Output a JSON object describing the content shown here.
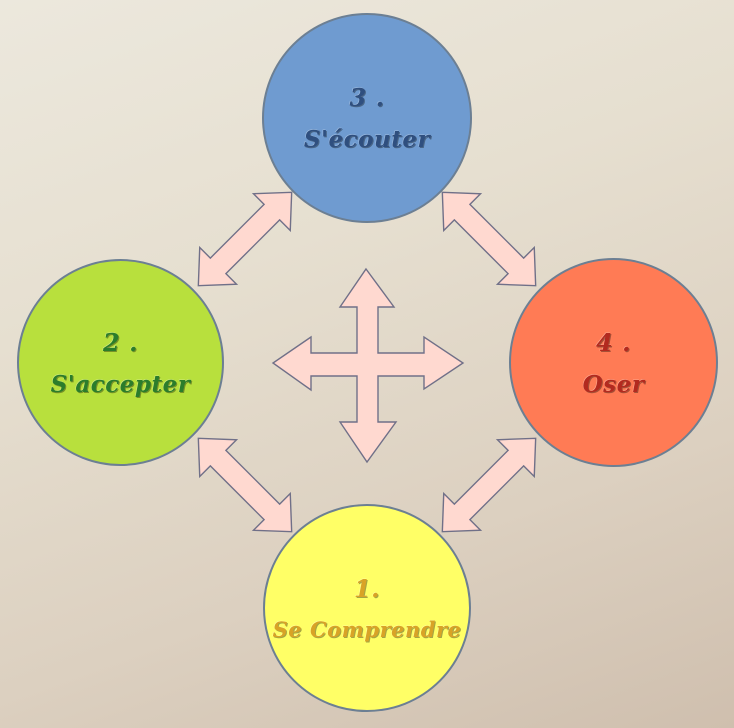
{
  "diagram": {
    "type": "cycle-four-nodes",
    "background": {
      "from": "#ece8dd",
      "to": "#cfbfae"
    },
    "arrow_fill": "#ffd9d0",
    "arrow_stroke": "#707088",
    "nodes": [
      {
        "id": "se-comprendre",
        "number": "1.",
        "label": "Se Comprendre",
        "fill": "#ffff66",
        "text_color": "#d9a326",
        "position": "bottom"
      },
      {
        "id": "s-accepter",
        "number": "2 .",
        "label": "S'accepter",
        "fill": "#b8e03d",
        "text_color": "#2b7d2b",
        "position": "left"
      },
      {
        "id": "s-ecouter",
        "number": "3 .",
        "label": "S'écouter",
        "fill": "#6f9bd0",
        "text_color": "#2f4f7f",
        "position": "top"
      },
      {
        "id": "oser",
        "number": "4 .",
        "label": "Oser",
        "fill": "#ff7b55",
        "text_color": "#b32a1f",
        "position": "right"
      }
    ],
    "connectors": [
      {
        "from": "s-accepter",
        "to": "s-ecouter",
        "style": "double-arrow"
      },
      {
        "from": "s-ecouter",
        "to": "oser",
        "style": "double-arrow"
      },
      {
        "from": "s-accepter",
        "to": "se-comprendre",
        "style": "double-arrow"
      },
      {
        "from": "oser",
        "to": "se-comprendre",
        "style": "double-arrow"
      },
      {
        "from": "center",
        "to": "all",
        "style": "four-way-arrow"
      }
    ]
  }
}
